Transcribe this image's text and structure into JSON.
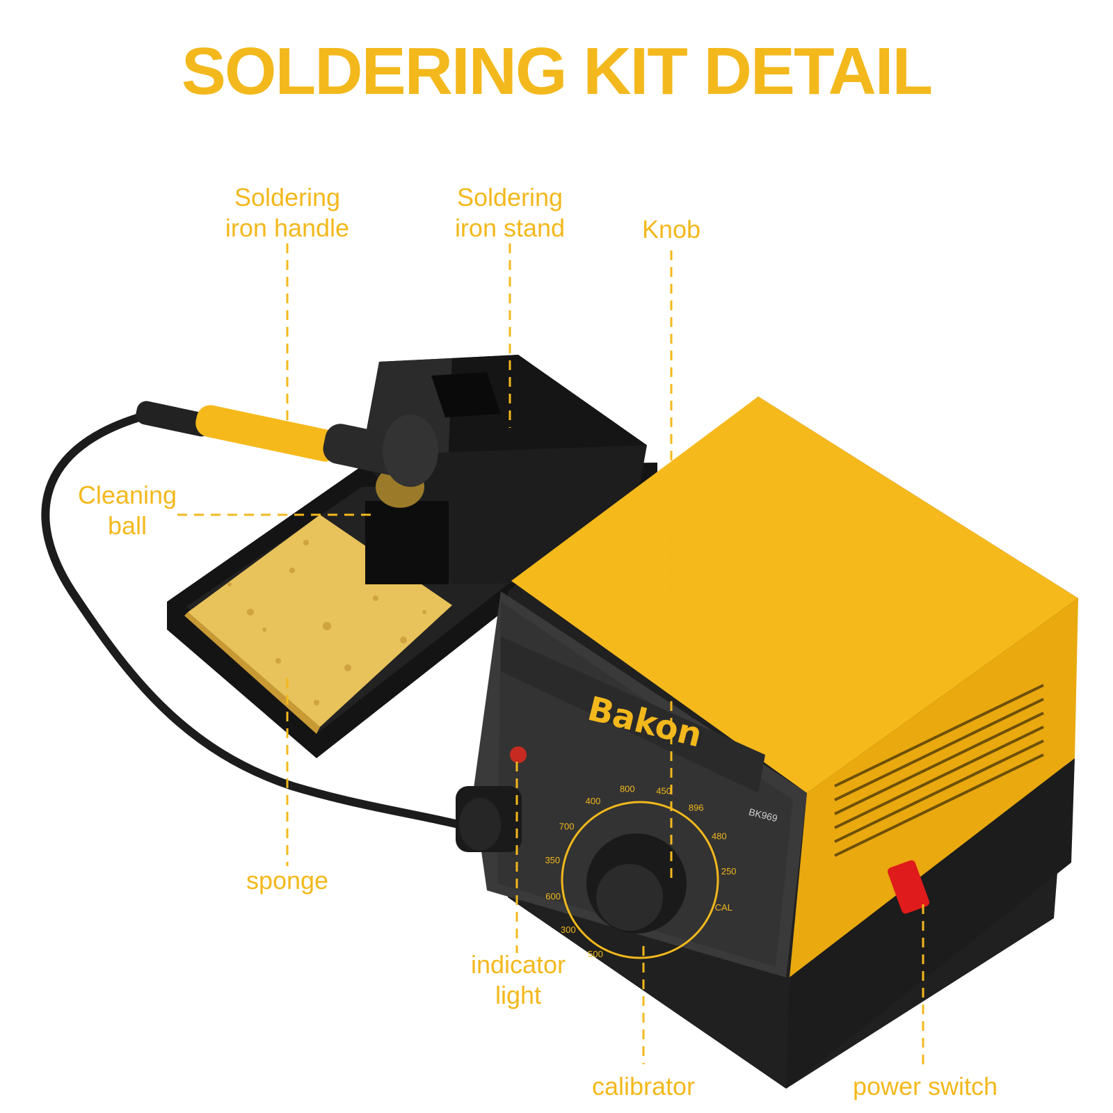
{
  "page": {
    "title": "SOLDERING KIT DETAIL"
  },
  "labels": {
    "handle": "Soldering\niron handle",
    "stand": "Soldering\niron stand",
    "knob": "Knob",
    "cleaning_ball": "Cleaning\nball",
    "sponge": "sponge",
    "indicator": "indicator\nlight",
    "calibrator": "calibrator",
    "power_switch": "power switch"
  },
  "device": {
    "brand": "Bakon",
    "model": "BK969",
    "dial_ticks_f": [
      "500",
      "300",
      "600",
      "350",
      "700",
      "400",
      "800",
      "450",
      "896",
      "480"
    ],
    "dial_ticks_c": [
      "250"
    ],
    "dial_cal": "CAL"
  },
  "colors": {
    "accent": "#f3b81c",
    "body_yellow": "#f6b91c",
    "body_dark": "#3a3a3a",
    "stand_black": "#1a1a1a",
    "sponge": "#e8c25a",
    "switch_red": "#e01b1b"
  }
}
